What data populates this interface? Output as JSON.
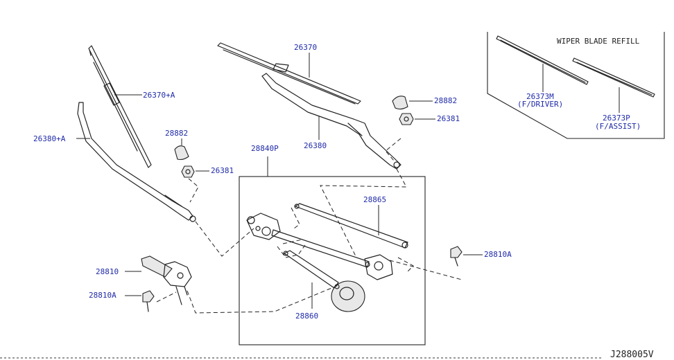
{
  "labels": {
    "p26370": "26370",
    "p26370a": "26370+A",
    "p26380a": "26380+A",
    "p26380": "26380",
    "p28882_left": "28882",
    "p28882_right": "28882",
    "p26381_left": "26381",
    "p26381_right": "26381",
    "p28840p": "28840P",
    "p28865": "28865",
    "p28810": "28810",
    "p28810a_left": "28810A",
    "p28810a_right": "28810A",
    "p28860": "28860",
    "p26373m": "26373M",
    "p26373m_note": "(F/DRIVER)",
    "p26373p": "26373P",
    "p26373p_note": "(F/ASSIST)"
  },
  "refill_box": {
    "title": "WIPER BLADE REFILL"
  },
  "diagram_id": "J288005V",
  "colors": {
    "label": "#1f2aa8",
    "line": "#222222",
    "background": "#ffffff"
  }
}
